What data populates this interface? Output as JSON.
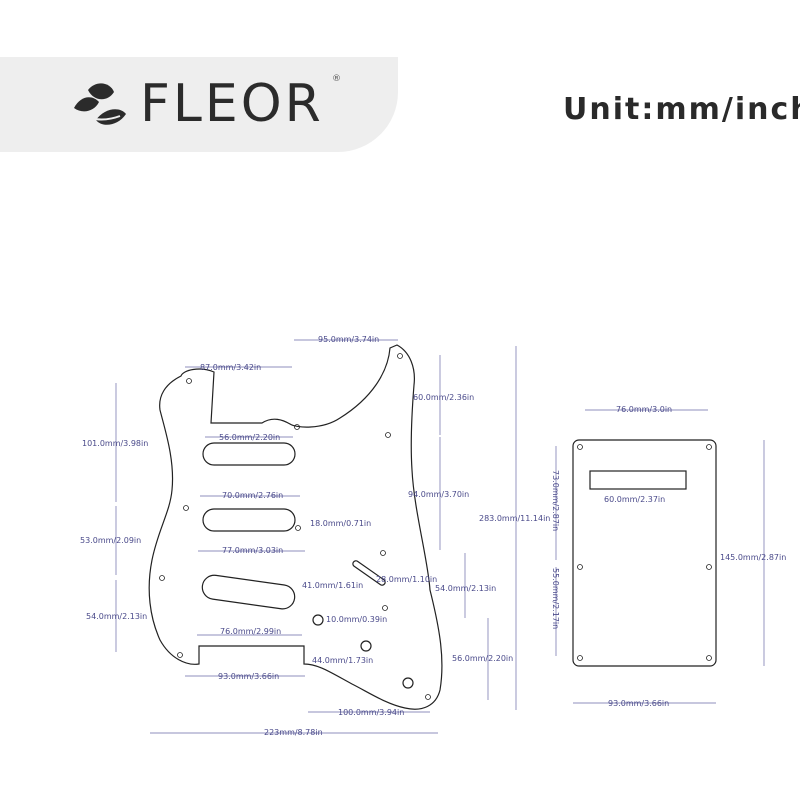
{
  "brand": {
    "name": "FLEOR",
    "registered_mark": "®",
    "logo_icon": "leaf-icon"
  },
  "unit_label": "Unit:mm/inch",
  "colors": {
    "banner": "#eeeeee",
    "outline": "#222222",
    "dimension": "#5a5aa0",
    "text": "#2b2b2b"
  },
  "pickguard_dimensions": {
    "top_neck_width": "95.0mm/3.74in",
    "upper_horn_width": "87.0mm/3.42in",
    "right_top_height": "60.0mm/2.36in",
    "neck_pickup_width": "56.0mm/2.20in",
    "left_upper_height": "101.0mm/3.98in",
    "middle_pickup_width": "70.0mm/2.76in",
    "right_mid_height": "94.0mm/3.70in",
    "total_height": "283.0mm/11.14in",
    "left_mid_height": "53.0mm/2.09in",
    "pickup_gap": "18.0mm/0.71in",
    "middle_span": "77.0mm/3.03in",
    "selector_width": "41.0mm/1.61in",
    "selector_slot": "28.0mm/1.10in",
    "right_lower_height": "54.0mm/2.13in",
    "left_lower_height": "54.0mm/2.13in",
    "knob_hole": "10.0mm/0.39in",
    "bridge_cutout_width": "76.0mm/2.99in",
    "jack_height": "56.0mm/2.20in",
    "knob_spacing": "44.0mm/1.73in",
    "bottom_cutout_width": "93.0mm/3.66in",
    "lower_width": "100.0mm/3.94in",
    "total_width": "223mm/8.78in"
  },
  "backplate_dimensions": {
    "top_width": "76.0mm/3.0in",
    "slot_width": "60.0mm/2.37in",
    "upper_height": "73.0mm/2.87in",
    "total_height": "145.0mm/2.87in",
    "lower_height": "55.0mm/2.17in",
    "bottom_width": "93.0mm/3.66in"
  }
}
